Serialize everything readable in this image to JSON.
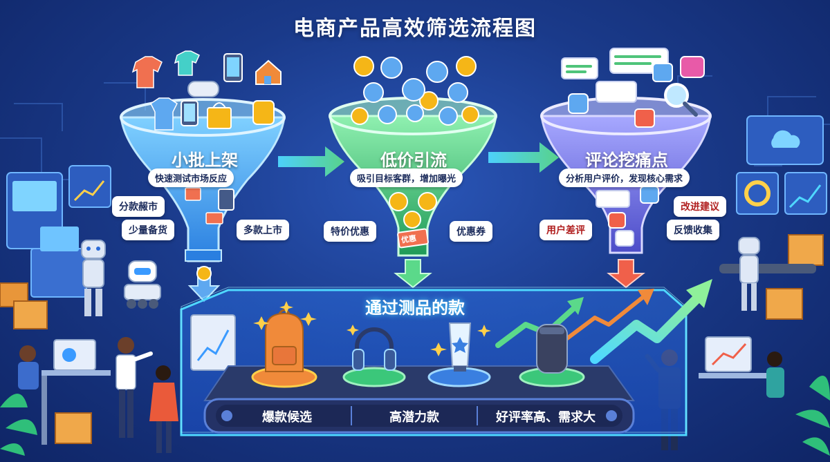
{
  "title": "电商产品高效筛选流程图",
  "stages": [
    {
      "title": "小批上架",
      "subtitle": "快速测试市场反应",
      "tags": [
        "分款赧市",
        "少量备货",
        "多款上市"
      ]
    },
    {
      "title": "低价引流",
      "subtitle": "吸引目标客群，增加曝光",
      "tags": [
        "特价优惠",
        "优惠券"
      ],
      "inner_label": "优惠"
    },
    {
      "title": "评论挖痛点",
      "subtitle": "分析用户评价，发现核心需求",
      "tags": [
        "改进建议",
        "用户差评",
        "反馈收集"
      ]
    }
  ],
  "result": {
    "title": "通过测品的款",
    "labels": [
      "爆款候选",
      "高潜力款",
      "好评率高、需求大"
    ]
  },
  "colors": {
    "funnel1": "#3fa3ee",
    "funnel2": "#3bc77a",
    "funnel3": "#6c6fe0",
    "coin": "#f5b617",
    "accent_cyan": "#4fd8ff",
    "arrow_green": "#5bd98a",
    "arrow_red": "#f0604a"
  },
  "icons": [
    "tshirt-icon",
    "phone-icon",
    "house-icon",
    "bag-icon",
    "coin-icon",
    "user-icon",
    "thumb-up-icon",
    "thumb-down-icon",
    "chat-icon",
    "magnifier-icon",
    "heart-icon",
    "backpack-icon",
    "headphones-icon",
    "tube-icon",
    "speaker-icon",
    "robot-icon",
    "box-icon",
    "monitor-icon",
    "chart-icon"
  ]
}
